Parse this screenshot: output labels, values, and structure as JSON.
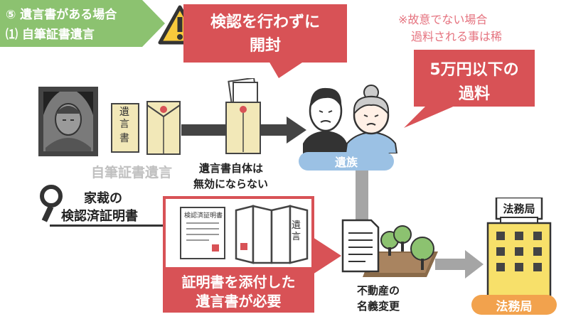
{
  "header": {
    "line1": "⑤ 遺言書がある場合",
    "line2": "⑴ 自筆証書遺言"
  },
  "warning_bubble": {
    "line1": "検認を行わずに",
    "line2": "開封"
  },
  "note": {
    "line1": "※故意でない場合",
    "line2": "過料される事は稀"
  },
  "fine_bubble": {
    "line1": "5万円以下の",
    "line2": "過料"
  },
  "envelope_label": "遺言",
  "document_type_label": "自筆証書遺言",
  "arrow_caption": {
    "line1": "遺言書自体は",
    "line2": "無効にならない"
  },
  "family_label": "遺族",
  "court_certificate": {
    "line1": "家裁の",
    "line2": "検認済証明書"
  },
  "certificate_title": "検認済証明書",
  "folded_will_label": "遺言",
  "requirement": {
    "line1": "証明書を添付した",
    "line2": "遺言書が必要"
  },
  "real_estate": {
    "line1": "不動産の",
    "line2": "名義変更"
  },
  "bureau_sign": "法務局",
  "bureau_label": "法務局",
  "colors": {
    "green": "#8cc270",
    "red": "#d85256",
    "blue": "#9bc1e4",
    "orange": "#f2a24d",
    "pink_text": "#e5737f",
    "gray": "#a5a5a5",
    "envelope": "#f2e8b8"
  }
}
